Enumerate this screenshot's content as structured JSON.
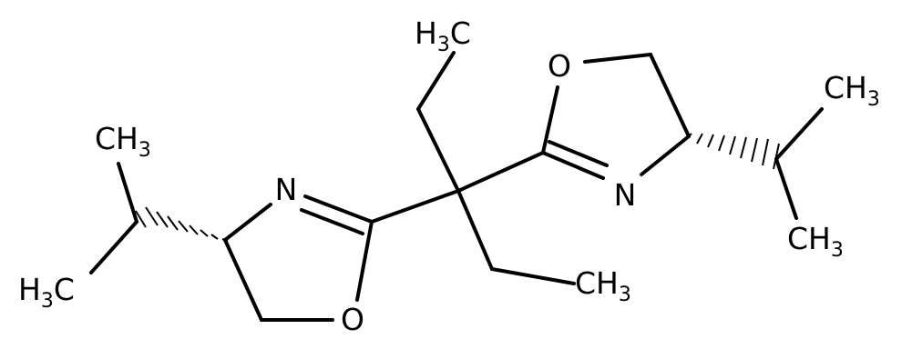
{
  "molecule": {
    "atoms": {
      "n_left": "N",
      "o_left": "O",
      "o_right": "O",
      "n_right": "N"
    },
    "methyl_groups": {
      "ipr_left_top": {
        "main": "CH",
        "sub": "3"
      },
      "ipr_left_bottom": {
        "main": "H",
        "sub": "3",
        "tail": "C"
      },
      "ethyl_top": {
        "main": "H",
        "sub": "3",
        "tail": "C"
      },
      "ethyl_bottom": {
        "main": "CH",
        "sub": "3"
      },
      "ipr_right_top": {
        "main": "CH",
        "sub": "3"
      },
      "ipr_right_bottom": {
        "main": "CH",
        "sub": "3"
      }
    }
  }
}
